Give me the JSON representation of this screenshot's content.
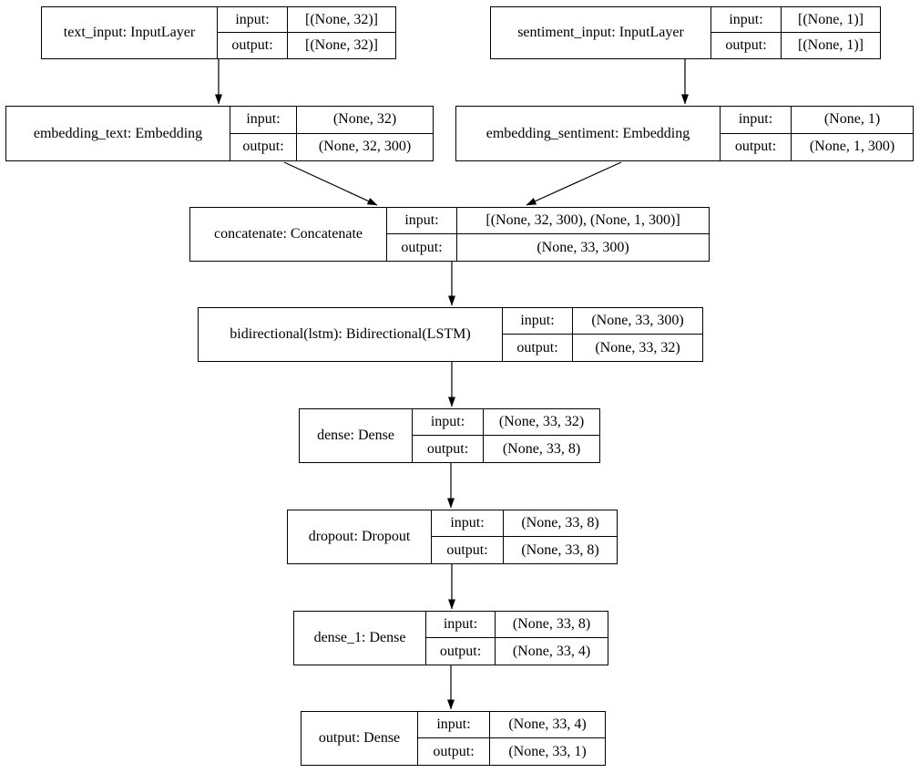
{
  "diagram": {
    "kind": "keras-model-plot",
    "labels": {
      "input": "input:",
      "output": "output:"
    },
    "colors": {
      "border": "#000000",
      "background": "#ffffff",
      "text": "#000000"
    },
    "nodes": [
      {
        "id": "text_input",
        "title": "text_input: InputLayer",
        "input": "[(None, 32)]",
        "output": "[(None, 32)]"
      },
      {
        "id": "sentiment_input",
        "title": "sentiment_input: InputLayer",
        "input": "[(None, 1)]",
        "output": "[(None, 1)]"
      },
      {
        "id": "embedding_text",
        "title": "embedding_text: Embedding",
        "input": "(None, 32)",
        "output": "(None, 32, 300)"
      },
      {
        "id": "embedding_sentiment",
        "title": "embedding_sentiment: Embedding",
        "input": "(None, 1)",
        "output": "(None, 1, 300)"
      },
      {
        "id": "concatenate",
        "title": "concatenate: Concatenate",
        "input": "[(None, 32, 300), (None, 1, 300)]",
        "output": "(None, 33, 300)"
      },
      {
        "id": "bidirectional_lstm",
        "title": "bidirectional(lstm): Bidirectional(LSTM)",
        "input": "(None, 33, 300)",
        "output": "(None, 33, 32)"
      },
      {
        "id": "dense",
        "title": "dense: Dense",
        "input": "(None, 33, 32)",
        "output": "(None, 33, 8)"
      },
      {
        "id": "dropout",
        "title": "dropout: Dropout",
        "input": "(None, 33, 8)",
        "output": "(None, 33, 8)"
      },
      {
        "id": "dense_1",
        "title": "dense_1: Dense",
        "input": "(None, 33, 8)",
        "output": "(None, 33, 4)"
      },
      {
        "id": "output",
        "title": "output: Dense",
        "input": "(None, 33, 4)",
        "output": "(None, 33, 1)"
      }
    ],
    "edges": [
      {
        "from": "text_input",
        "to": "embedding_text"
      },
      {
        "from": "sentiment_input",
        "to": "embedding_sentiment"
      },
      {
        "from": "embedding_text",
        "to": "concatenate"
      },
      {
        "from": "embedding_sentiment",
        "to": "concatenate"
      },
      {
        "from": "concatenate",
        "to": "bidirectional_lstm"
      },
      {
        "from": "bidirectional_lstm",
        "to": "dense"
      },
      {
        "from": "dense",
        "to": "dropout"
      },
      {
        "from": "dropout",
        "to": "dense_1"
      },
      {
        "from": "dense_1",
        "to": "output"
      }
    ]
  }
}
